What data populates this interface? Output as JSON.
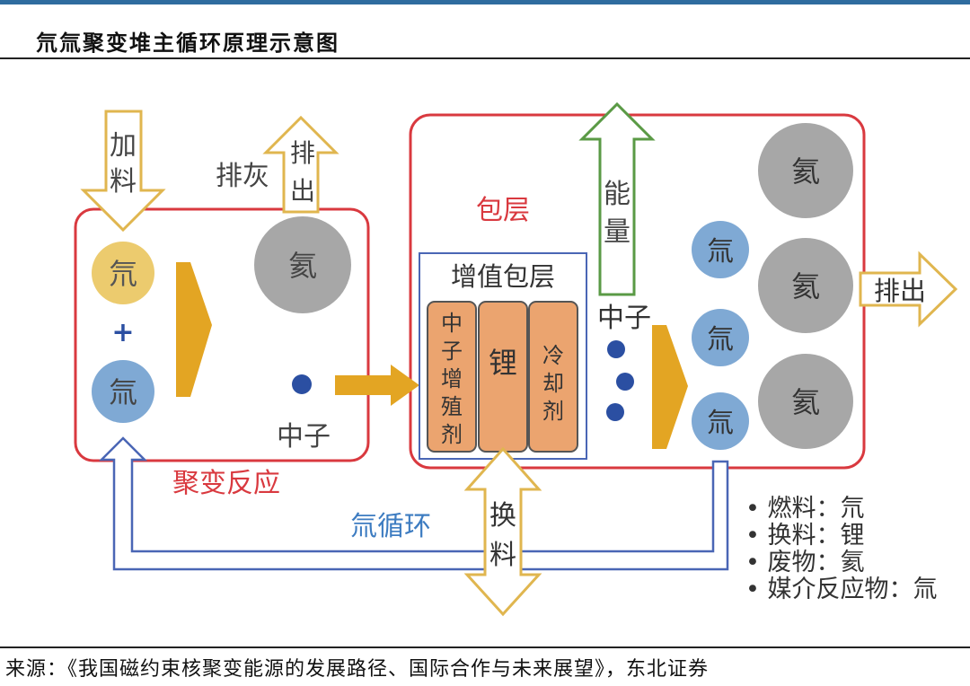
{
  "title": "氘氚聚变堆主循环原理示意图",
  "source": "来源：《我国磁约束核聚变能源的发展路径、国际合作与未来展望》，东北证券",
  "labels": {
    "feed": "加料",
    "ash_removal": "排灰",
    "exhaust": "排出",
    "blanket": "包层",
    "energy": "能量",
    "breeding_blanket": "增值包层",
    "neutron_multiplier": "中子增殖剂",
    "lithium": "锂",
    "coolant": "冷却剂",
    "neutron": "中子",
    "fusion_reaction": "聚变反应",
    "tritium_cycle": "氚循环",
    "refuel": "换料",
    "exhaust_right": "排出",
    "plus": "+"
  },
  "particles": {
    "deuterium": "氘",
    "tritium": "氚",
    "helium": "氦"
  },
  "legend": [
    "燃料：氘",
    "换料：锂",
    "废物：氦",
    "媒介反应物：氚"
  ],
  "colors": {
    "box_border": "#d9393f",
    "arrow_gold": "#e3a523",
    "arrow_outline_gold": "#e0b64f",
    "arrow_green": "#5a9a45",
    "deuterium_fill": "#eccb6e",
    "tritium_fill": "#7fa9d4",
    "helium_fill": "#a7a7a7",
    "neutron_dot": "#2b4fa2",
    "column_fill": "#eba46f",
    "blue_text": "#3d7cc1",
    "red_text": "#d9393f",
    "cycle_line": "#4a66b5"
  }
}
